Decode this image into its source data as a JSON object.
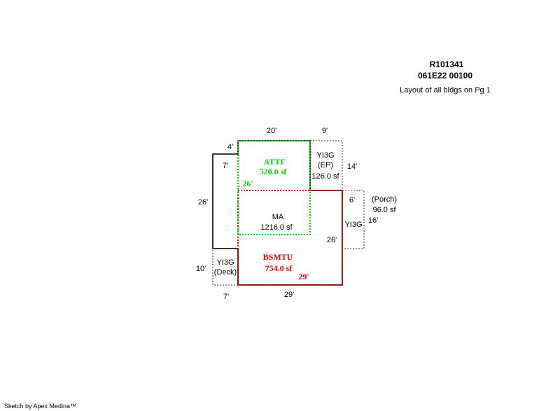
{
  "header": {
    "parcel_id": "R101341",
    "map_number": "061E22  00100",
    "note": "Layout of all bldgs on Pg 1"
  },
  "colors": {
    "attf": "#00dd00",
    "bsmtu": "#ee0000",
    "outline": "#000000",
    "dotted": "#555555"
  },
  "areas": {
    "attf": {
      "code": "ATTF",
      "area": "520.0 sf",
      "dim": "26'"
    },
    "ep": {
      "code": "YI3G",
      "sub": "(EP)",
      "area": "126.0 sf",
      "dim_right": "14'",
      "dim_top": "9'"
    },
    "ma": {
      "code": "MA",
      "area": "1216.0 sf"
    },
    "porch": {
      "sub": "(Porch)",
      "area": "96.0 sf",
      "code": "YI3G",
      "dim_top": "6'",
      "dim_right": "16'"
    },
    "bsmtu": {
      "code": "BSMTU",
      "area": "754.0 sf",
      "dim": "29'"
    },
    "deck": {
      "code": "YI3G",
      "sub": "(Deck)",
      "dim_left": "10'",
      "dim_bottom": "7'"
    }
  },
  "dims": {
    "top_main": "20'",
    "top_step": "4'",
    "left_upper": "7'",
    "left_main": "26'",
    "right_main": "26'",
    "bottom_main": "29'"
  },
  "footer": "Sketch by Apex Medina™"
}
